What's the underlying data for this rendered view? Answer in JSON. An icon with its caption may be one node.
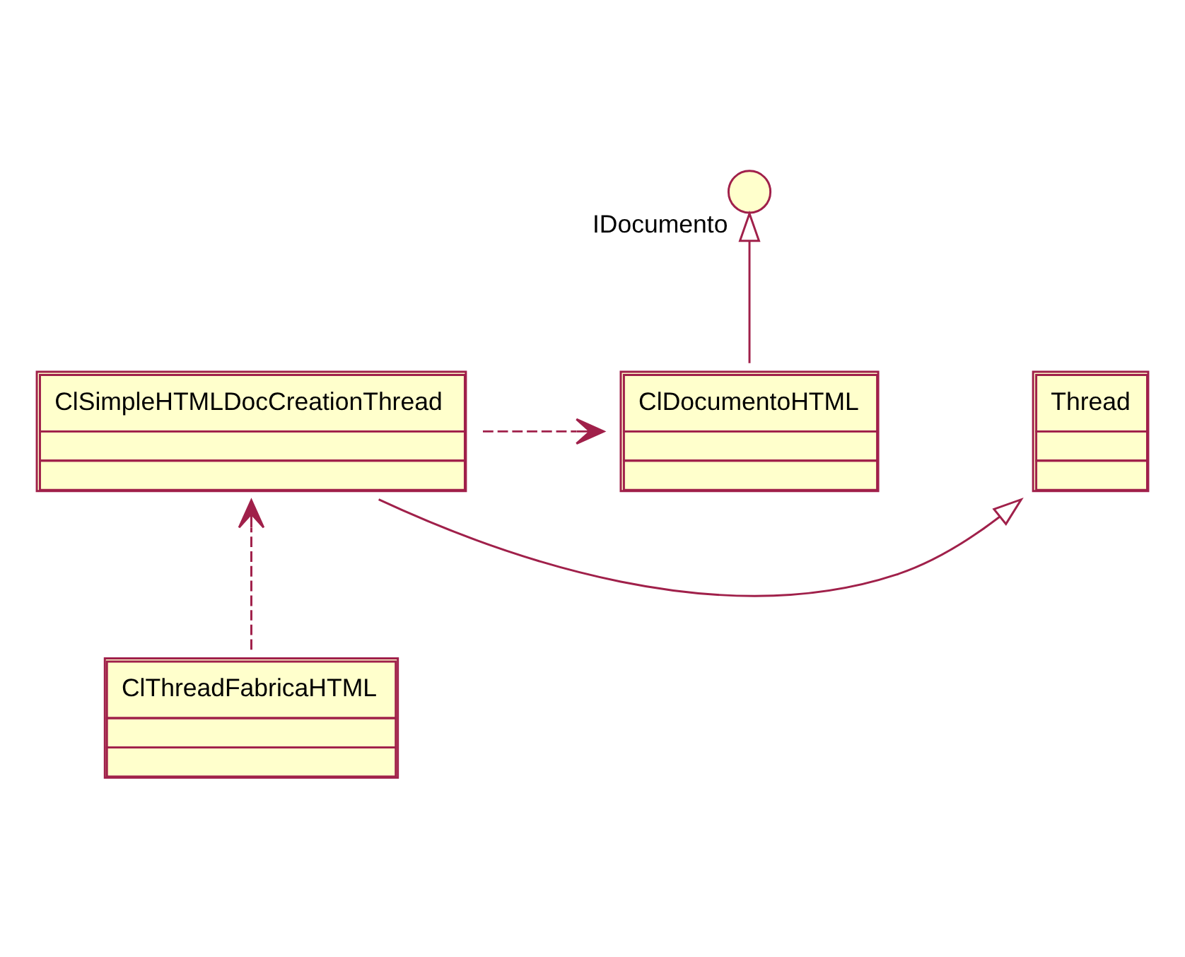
{
  "diagram": {
    "nodes": [
      {
        "text": [
          "IDocumento"
        ]
      },
      {
        "text": [
          "ClThreadFabricaHTML"
        ]
      },
      {
        "text": [
          "Thread"
        ]
      },
      {
        "text": [
          "ClDocumentoHTML"
        ]
      },
      {
        "text": [
          "ClSimpleHTMLDocCreationThread"
        ]
      }
    ],
    "edges": [
      {
        "from": 3,
        "to": 0,
        "arrow": "to"
      },
      {
        "from": 1,
        "to": 4,
        "arrow": "to",
        "style": "dashed"
      },
      {
        "from": 4,
        "to": 2,
        "arrow": "to"
      },
      {
        "from": 4,
        "to": 3,
        "arrow": "to",
        "style": "dashed"
      }
    ]
  }
}
